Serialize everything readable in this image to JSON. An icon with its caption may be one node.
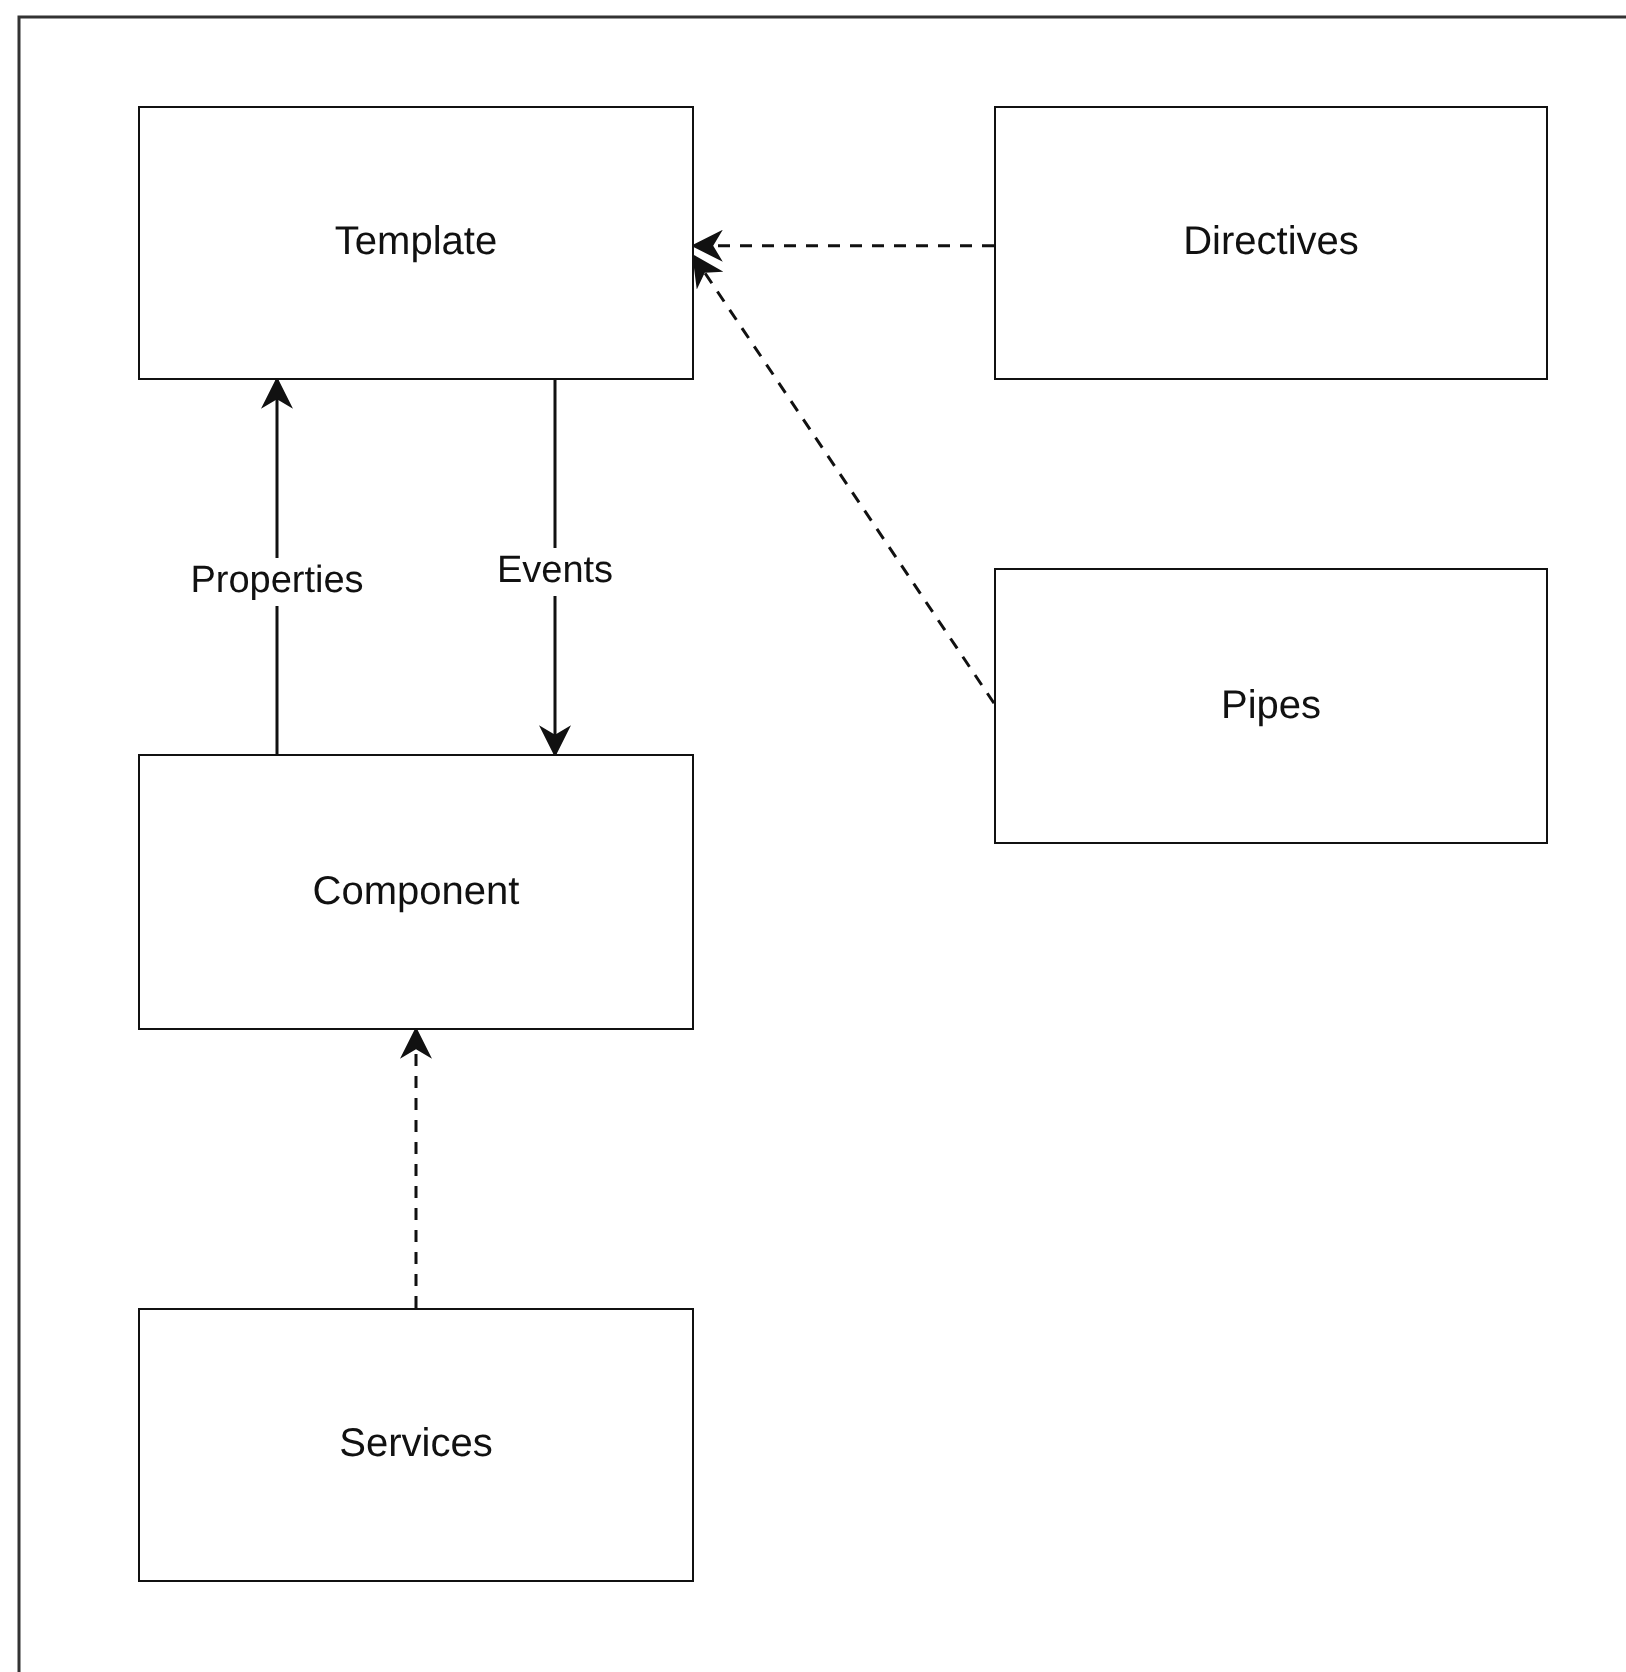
{
  "diagram": {
    "nodes": [
      {
        "text": [
          "Template"
        ]
      },
      {
        "text": [
          "Directives"
        ]
      },
      {
        "text": [
          "Pipes"
        ]
      },
      {
        "text": [
          "Component"
        ]
      },
      {
        "text": [
          "Services"
        ]
      }
    ],
    "edges": [
      {
        "from": 1,
        "to": 0,
        "arrow": "to",
        "style": "dashed"
      },
      {
        "from": 2,
        "to": 0,
        "arrow": "to",
        "style": "dashed"
      },
      {
        "from": 3,
        "to": 0,
        "arrow": "to",
        "label": "Properties"
      },
      {
        "from": 0,
        "to": 3,
        "arrow": "to",
        "label": "Events"
      },
      {
        "from": 4,
        "to": 3,
        "arrow": "to",
        "style": "dashed"
      }
    ]
  }
}
